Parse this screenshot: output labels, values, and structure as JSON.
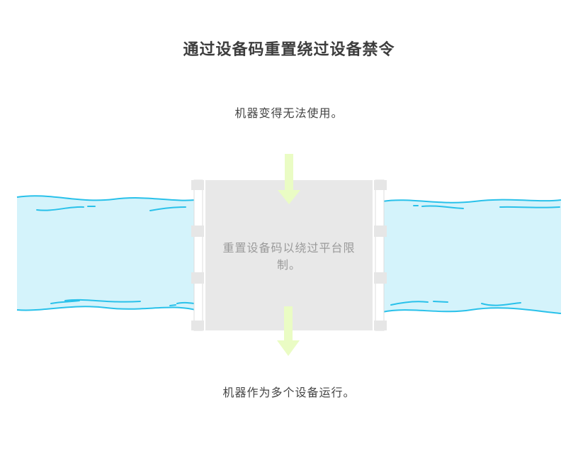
{
  "title": "通过设备码重置绕过设备禁令",
  "top_text": "机器变得无法使用。",
  "center_text": "重置设备码以绕过平台限制。",
  "bottom_text": "机器作为多个设备运行。",
  "colors": {
    "water_fill": "#d4f3fb",
    "water_line": "#29c1ea",
    "gate_fill": "#e8e8e8",
    "arrow_fill": "#eafcc4",
    "title_text": "#3d3d3d",
    "body_text": "#444444",
    "muted_text": "#9a9a9a"
  }
}
